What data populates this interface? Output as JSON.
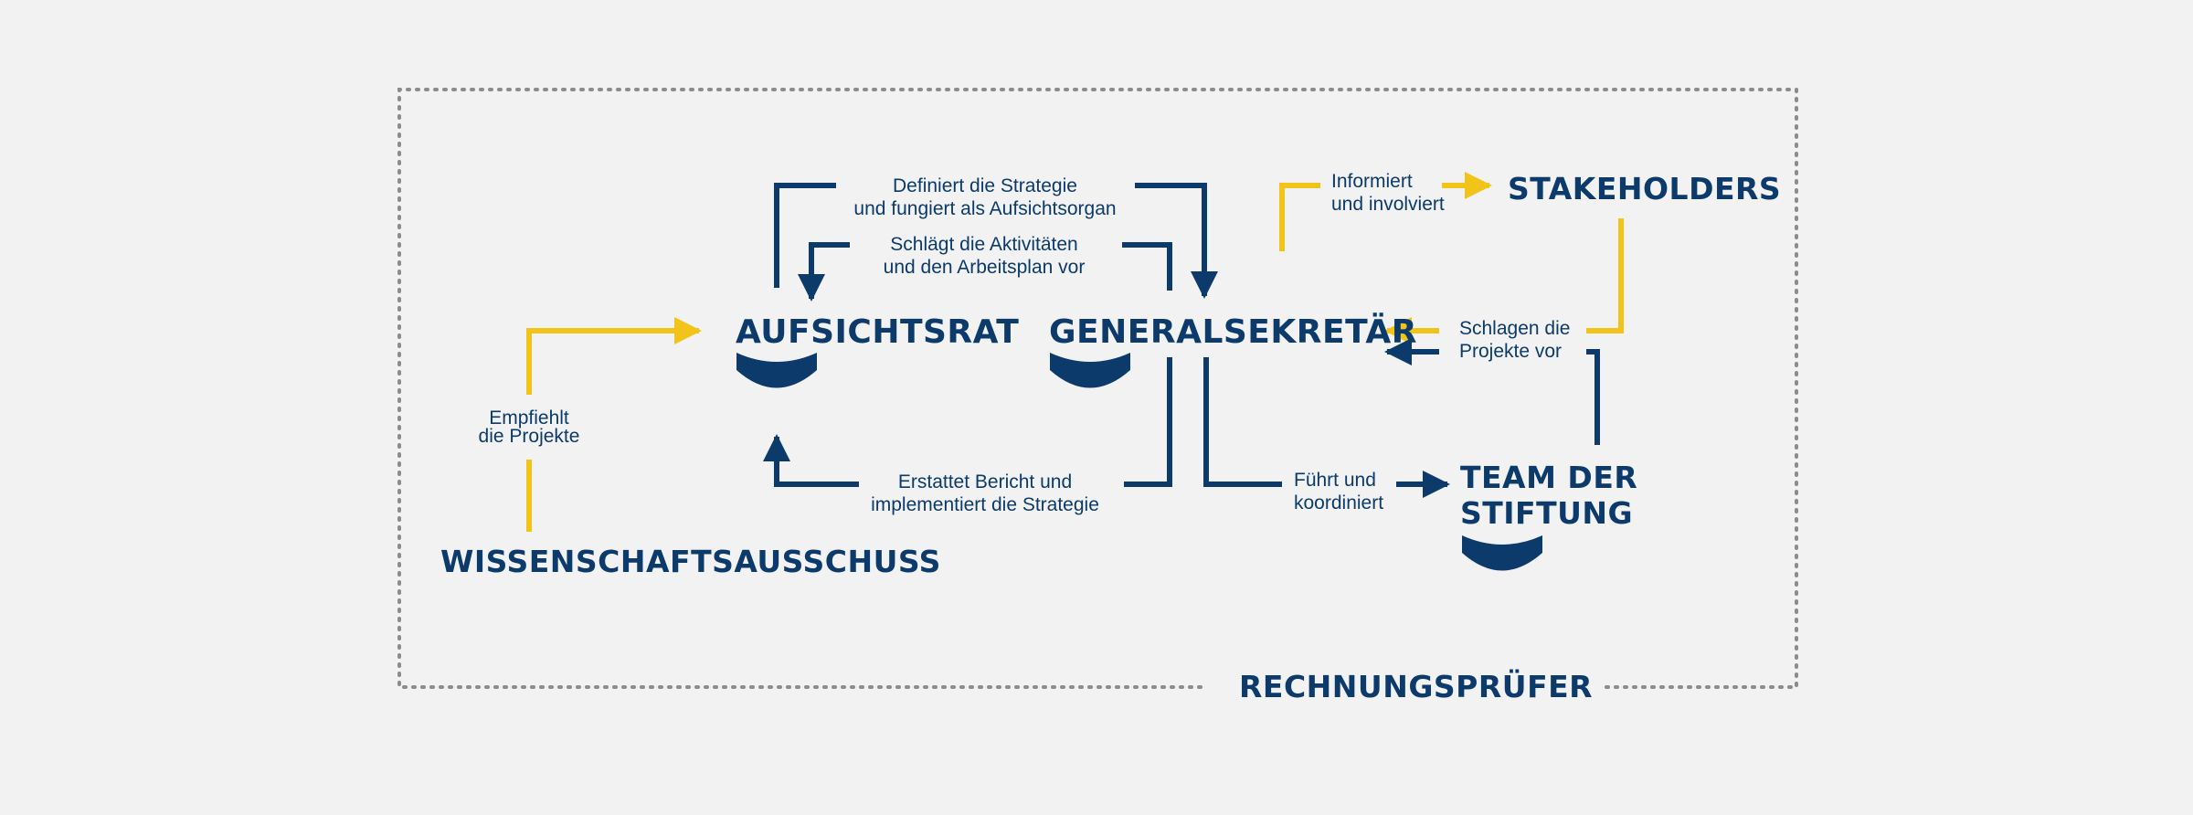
{
  "nodes": {
    "aufsichtsrat": "AUFSICHTSRAT",
    "generalsekretaer": "GENERALSEKRETÄR",
    "stakeholders": "STAKEHOLDERS",
    "team_line1": "TEAM DER",
    "team_line2": "STIFTUNG",
    "wissenschaftsausschuss": "WISSENSCHAFTSAUSSCHUSS",
    "rechnungspruefer": "RECHNUNGSPRÜFER"
  },
  "labels": {
    "definiert_1": "Definiert die Strategie",
    "definiert_2": "und fungiert als Aufsichtsorgan",
    "schlaegt_1": "Schlägt die Aktivitäten",
    "schlaegt_2": "und den Arbeitsplan vor",
    "informiert_1": "Informiert",
    "informiert_2": "und involviert",
    "schlagen_1": "Schlagen die",
    "schlagen_2": "Projekte vor",
    "empfiehlt_1": "Empfiehlt",
    "empfiehlt_2": "die Projekte",
    "erstattet_1": "Erstattet Bericht und",
    "erstattet_2": "implementiert die Strategie",
    "fuehrt_1": "Führt und",
    "fuehrt_2": "koordiniert"
  },
  "colors": {
    "navy": "#0b3a6b",
    "yellow": "#f2c41a",
    "border": "#8c8c8c",
    "background": "#f2f2f2"
  }
}
